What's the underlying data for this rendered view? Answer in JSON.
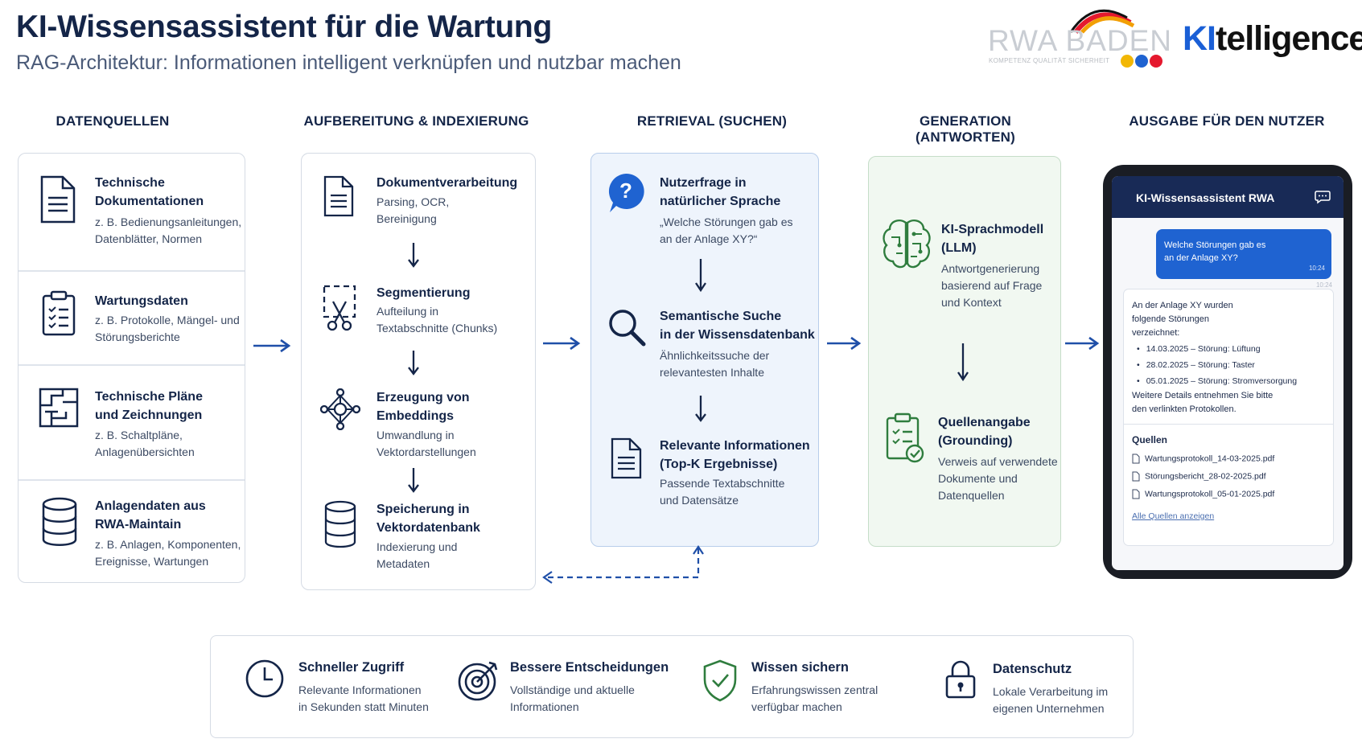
{
  "header": {
    "title": "KI-Wissensassistent für die Wartung",
    "subtitle": "RAG-Architektur: Informationen intelligent verknüpfen und nutzbar machen"
  },
  "logos": {
    "rwa_name": "RWA BADEN",
    "rwa_tagline": "KOMPETENZ QUALITÄT SICHERHEIT",
    "ki_prefix": "KI",
    "ki_suffix": "telligence"
  },
  "columns": {
    "sources": "DATENQUELLEN",
    "processing": "AUFBEREITUNG & INDEXIERUNG",
    "retrieval": "RETRIEVAL (SUCHEN)",
    "generation": "GENERATION (ANTWORTEN)",
    "output": "AUSGABE FÜR DEN NUTZER"
  },
  "sources": [
    {
      "title1": "Technische",
      "title2": "Dokumentationen",
      "desc1": "z. B. Bedienungsanleitungen,",
      "desc2": "Datenblätter, Normen"
    },
    {
      "title1": "Wartungsdaten",
      "desc1": "z. B. Protokolle, Mängel- und",
      "desc2": "Störungsberichte"
    },
    {
      "title1": "Technische Pläne",
      "title2": "und Zeichnungen",
      "desc1": "z. B. Schaltpläne,",
      "desc2": "Anlagenübersichten"
    },
    {
      "title1": "Anlagendaten aus",
      "title2": "RWA-Maintain",
      "desc1": "z. B. Anlagen, Komponenten,",
      "desc2": "Ereignisse, Wartungen"
    }
  ],
  "processing": [
    {
      "title1": "Dokumentverarbeitung",
      "desc1": "Parsing, OCR,",
      "desc2": "Bereinigung"
    },
    {
      "title1": "Segmentierung",
      "desc1": "Aufteilung in",
      "desc2": "Textabschnitte (Chunks)"
    },
    {
      "title1": "Erzeugung von",
      "title2": "Embeddings",
      "desc1": "Umwandlung in",
      "desc2": "Vektordarstellungen"
    },
    {
      "title1": "Speicherung in",
      "title2": "Vektordatenbank",
      "desc1": "Indexierung und",
      "desc2": "Metadaten"
    }
  ],
  "retrieval": [
    {
      "title1": "Nutzerfrage in",
      "title2": "natürlicher Sprache",
      "desc1": "„Welche Störungen gab es",
      "desc2": "an der Anlage XY?“"
    },
    {
      "title1": "Semantische Suche",
      "title2": "in der Wissensdatenbank",
      "desc1": "Ähnlichkeitssuche der",
      "desc2": "relevantesten Inhalte"
    },
    {
      "title1": "Relevante Informationen",
      "title2": "(Top-K Ergebnisse)",
      "desc1": "Passende Textabschnitte",
      "desc2": "und Datensätze"
    }
  ],
  "generation": [
    {
      "title1": "KI-Sprachmodell",
      "title2": "(LLM)",
      "desc1": "Antwortgenerierung",
      "desc2": "basierend auf Frage",
      "desc3": "und Kontext"
    },
    {
      "title1": "Quellenangabe",
      "title2": "(Grounding)",
      "desc1": "Verweis auf verwendete",
      "desc2": "Dokumente und",
      "desc3": "Datenquellen"
    }
  ],
  "tablet": {
    "app_title": "KI-Wissensassistent RWA",
    "question1": "Welche Störungen gab es",
    "question2": "an der Anlage XY?",
    "question_time": "10:24",
    "reply_time": "10:24",
    "answer1": "An der Anlage XY wurden",
    "answer2": "folgende Störungen",
    "answer3": "verzeichnet:",
    "items": [
      "14.03.2025 – Störung: Lüftung",
      "28.02.2025 – Störung: Taster",
      "05.01.2025 – Störung: Stromversorgung"
    ],
    "note1": "Weitere Details entnehmen Sie bitte",
    "note2": "den verlinkten Protokollen.",
    "sources_heading": "Quellen",
    "files": [
      "Wartungsprotokoll_14-03-2025.pdf",
      "Störungsbericht_28-02-2025.pdf",
      "Wartungsprotokoll_05-01-2025.pdf"
    ],
    "all_sources": "Alle Quellen anzeigen"
  },
  "benefits": [
    {
      "title": "Schneller Zugriff",
      "desc1": "Relevante Informationen",
      "desc2": "in Sekunden statt Minuten"
    },
    {
      "title": "Bessere Entscheidungen",
      "desc1": "Vollständige und aktuelle",
      "desc2": "Informationen"
    },
    {
      "title": "Wissen sichern",
      "desc1": "Erfahrungswissen zentral",
      "desc2": "verfügbar machen"
    },
    {
      "title": "Datenschutz",
      "desc1": "Lokale Verarbeitung im",
      "desc2": "eigenen Unternehmen"
    }
  ],
  "colors": {
    "navy": "#142548",
    "accent_blue": "#1f63d1",
    "retrieval_bg": "#eef4fc",
    "generation_bg": "#f1f8f1",
    "green": "#2f7d3e"
  }
}
